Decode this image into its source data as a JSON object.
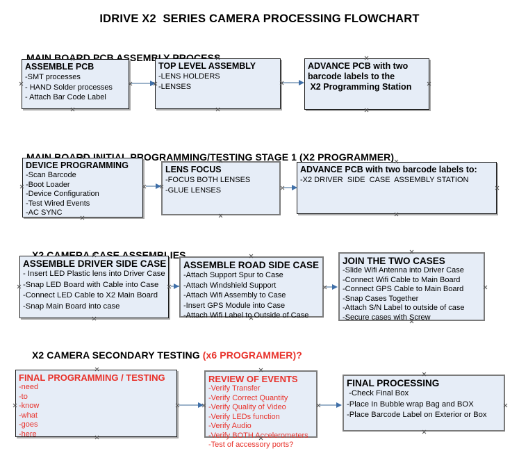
{
  "document": {
    "title": "IDRIVE X2  SERIES CAMERA PROCESSING FLOWCHART"
  },
  "sections": [
    {
      "heading": "MAIN BOARD PCB ASSEMBLY PROCESS",
      "heading_accent": "",
      "boxes": [
        {
          "title": "ASSEMBLE PCB",
          "lines": [
            "-SMT processes",
            "- HAND Solder processes",
            "- Attach Bar Code Label"
          ]
        },
        {
          "title": "TOP LEVEL ASSEMBLY",
          "lines": [
            "-LENS HOLDERS",
            "-LENSES"
          ]
        },
        {
          "title": "ADVANCE PCB with two",
          "lines": [
            "barcode labels to the",
            " X2 Programming Station"
          ]
        }
      ]
    },
    {
      "heading": "MAIN BOARD INITIAL PROGRAMMING/TESTING STAGE 1 (X2 PROGRAMMER)",
      "heading_accent": "",
      "boxes": [
        {
          "title": "DEVICE PROGRAMMING",
          "lines": [
            "-Scan Barcode",
            "-Boot Loader",
            "-Device Configuration",
            "-Test Wired Events",
            "-AC SYNC"
          ]
        },
        {
          "title": "LENS FOCUS",
          "lines": [
            "-FOCUS BOTH LENSES",
            "-GLUE LENSES"
          ]
        },
        {
          "title": "ADVANCE PCB with two barcode labels to:",
          "lines": [
            "-X2 DRIVER  SIDE  CASE  ASSEMBLY STATION"
          ]
        }
      ]
    },
    {
      "heading": "X2 CAMERA CASE ASSEMBLIES",
      "heading_accent": "",
      "boxes": [
        {
          "title": "ASSEMBLE DRIVER SIDE CASE",
          "lines": [
            "- Insert LED Plastic lens into Driver Case",
            "-Snap LED Board with Cable into Case",
            "-Connect LED Cable to X2 Main Board",
            "-Snap Main Board into case"
          ]
        },
        {
          "title": "ASSEMBLE ROAD SIDE CASE",
          "lines": [
            "-Attach Support Spur to Case",
            "-Attach Windshield Support",
            "-Attach Wifi Assembly to Case",
            "-Insert GPS Module into Case",
            "-Attach Wifi Label to Outside of Case"
          ]
        },
        {
          "title": "JOIN THE TWO CASES",
          "lines": [
            "-Slide Wifi Antenna into Driver Case",
            "-Connect Wifi Cable to Main Board",
            "-Connect GPS Cable to Main Board",
            "-Snap Cases Together",
            "-Attach S/N Label to outside of case",
            "-Secure cases with Screw"
          ]
        }
      ]
    },
    {
      "heading": "X2 CAMERA SECONDARY TESTING ",
      "heading_accent": "(x6 PROGRAMMER)?",
      "boxes": [
        {
          "title": "FINAL PROGRAMMING / TESTING",
          "lines": [
            "-need",
            "-to",
            "-know",
            "-what",
            "-goes",
            "-here"
          ]
        },
        {
          "title": "REVIEW OF EVENTS",
          "lines": [
            "-Verify Transfer",
            "-Verify Correct Quantity",
            "-Verify Quality of Video",
            "-Verify LEDs function",
            "-Verify Audio",
            "-Verify BOTH Accelerometers",
            "-Test of accessory ports?"
          ]
        },
        {
          "title": "FINAL PROCESSING",
          "lines": [
            " -Check Final Box",
            "-Place In Bubble wrap Bag and BOX",
            "-Place Barcode Label on Exterior or Box"
          ]
        }
      ]
    }
  ],
  "colors": {
    "box_fill": "#E6EDF7",
    "box_border": "#1a1a1a",
    "accent_red": "#E8312A",
    "connector": "#9BB2C9",
    "arrowhead": "#3F6FA8"
  }
}
